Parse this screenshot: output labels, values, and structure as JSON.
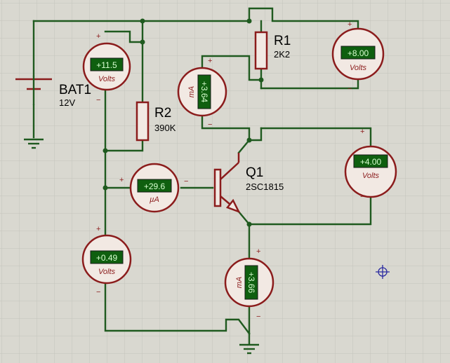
{
  "components": {
    "battery": {
      "name": "BAT1",
      "value": "12V"
    },
    "r1": {
      "name": "R1",
      "value": "2K2"
    },
    "r2": {
      "name": "R2",
      "value": "390K"
    },
    "q1": {
      "name": "Q1",
      "value": "2SC1815"
    }
  },
  "meters": {
    "v_supply": {
      "reading": "+11.5",
      "unit": "Volts"
    },
    "v_r1": {
      "reading": "+8.00",
      "unit": "Volts"
    },
    "ma_collector": {
      "reading": "+3.64",
      "unit": "mA"
    },
    "v_ce": {
      "reading": "+4.00",
      "unit": "Volts"
    },
    "ua_base": {
      "reading": "+29.6",
      "unit": "µA"
    },
    "v_be": {
      "reading": "+0.49",
      "unit": "Volts"
    },
    "ma_emitter": {
      "reading": "+3.66",
      "unit": "mA"
    }
  },
  "polarity": {
    "plus": "+",
    "minus": "−"
  },
  "colors": {
    "background": "#d9d8d0",
    "grid": "#c4c3bb",
    "wire": "#1f5a1f",
    "component": "#8b1c1c",
    "meter_face": "#f2e9e3",
    "display": "#0f5f0f"
  }
}
